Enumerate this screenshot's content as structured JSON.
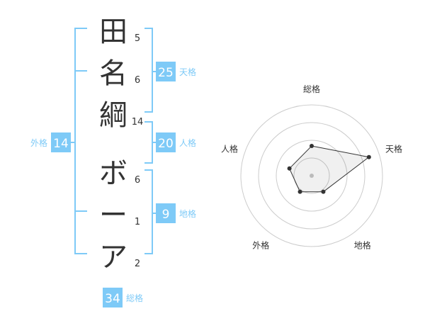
{
  "name": {
    "characters": [
      {
        "char": "田",
        "strokes": "5"
      },
      {
        "char": "名",
        "strokes": "6"
      },
      {
        "char": "綱",
        "strokes": "14"
      },
      {
        "char": "ボ",
        "strokes": "6"
      },
      {
        "char": "ー",
        "strokes": "1"
      },
      {
        "char": "ア",
        "strokes": "2"
      }
    ]
  },
  "kaku": {
    "tenkaku": {
      "label": "天格",
      "value": "25"
    },
    "jinkaku": {
      "label": "人格",
      "value": "20"
    },
    "chikaku": {
      "label": "地格",
      "value": "9"
    },
    "gaikaku": {
      "label": "外格",
      "value": "14"
    },
    "soukaku": {
      "label": "総格",
      "value": "34"
    }
  },
  "colors": {
    "accent": "#7ecaf7",
    "text": "#333333",
    "label": "#7ecaf7"
  },
  "chart_data": {
    "type": "radar",
    "axes": [
      "総格",
      "天格",
      "地格",
      "外格",
      "人格"
    ],
    "values": [
      0.42,
      0.85,
      0.28,
      0.28,
      0.33
    ],
    "rings": 4,
    "range": [
      0,
      1
    ]
  }
}
